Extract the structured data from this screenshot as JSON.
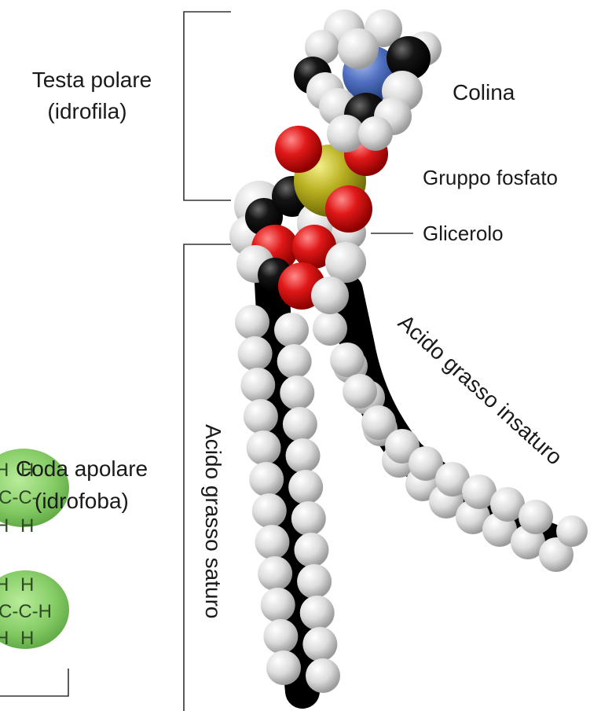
{
  "labels": {
    "head_line1": "Testa polare",
    "head_line2": "(idrofila)",
    "tail_line1": "Coda apolare",
    "tail_line2": "(idrofoba)",
    "choline": "Colina",
    "phosphate": "Gruppo fosfato",
    "glycerol": "Glicerolo",
    "saturated": "Acido grasso saturo",
    "unsaturated": "Acido grasso insaturo"
  },
  "left_fragment": {
    "top": [
      "H",
      "H",
      "-C-C-",
      "H",
      "H"
    ],
    "bottom": [
      "H",
      "H",
      "-C-C-H",
      "H",
      "H"
    ]
  },
  "colors": {
    "carbon": "#0d0d0d",
    "hydrogen": "#d8d8d8",
    "oxygen": "#e01818",
    "phosphorus": "#b8b020",
    "nitrogen": "#4f6fc0",
    "lipid_blob": "#8ad06a"
  }
}
